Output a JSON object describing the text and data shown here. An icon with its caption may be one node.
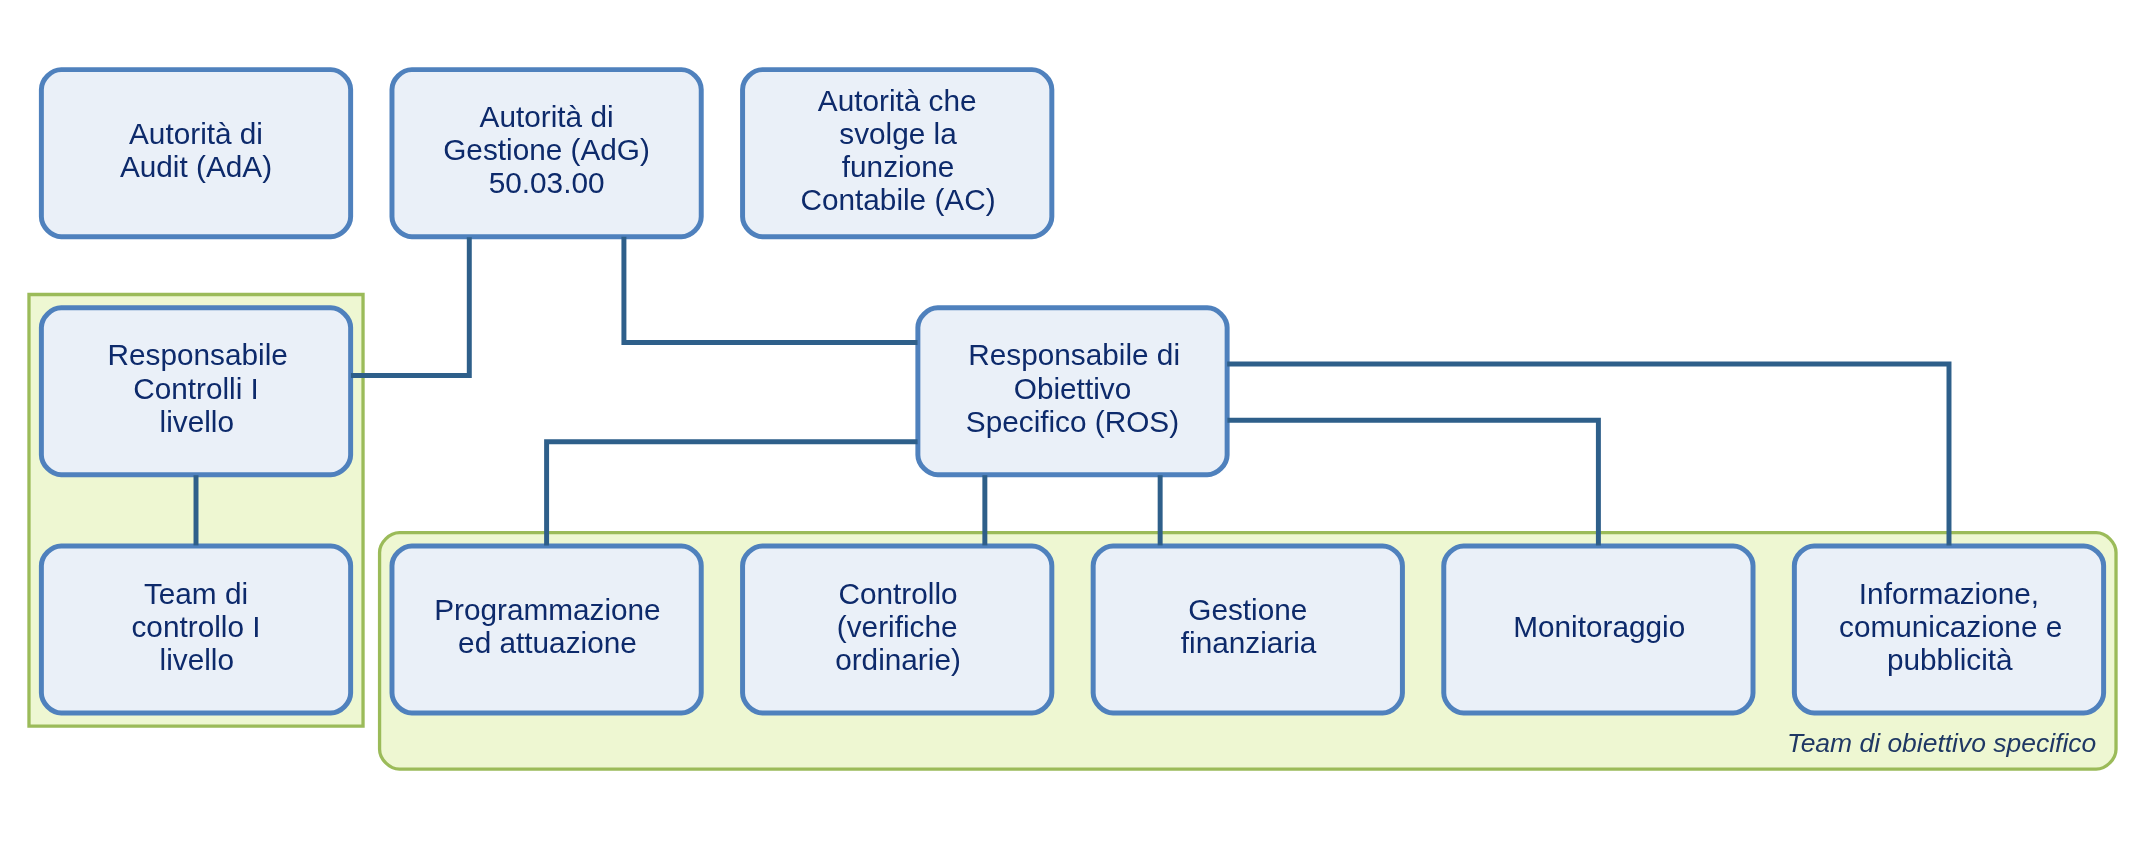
{
  "diagram": {
    "nodes": [
      {
        "text": [
          "Autorità di Audit (AdA)"
        ]
      },
      {
        "text": [
          "Autorità di Gestione (AdG)",
          "50.03.00"
        ]
      },
      {
        "text": [
          "Autorità che svolge la funzione Contabile (AC)"
        ]
      },
      {
        "text": [
          "Responsabile di Obiettivo Specifico (ROS)"
        ]
      },
      {
        "text": [
          "Team di obiettivo specifico"
        ]
      },
      {
        "text": [
          "Programmazione ed attuazione"
        ],
        "in": 4
      },
      {
        "text": [
          "Controllo (verifiche ordinarie)"
        ],
        "in": 4
      },
      {
        "text": [
          "Gestione finanziaria"
        ],
        "in": 4
      },
      {
        "text": [
          "Monitoraggio"
        ],
        "in": 4
      },
      {
        "text": [
          "Informazione, comunicazione e pubblicità"
        ],
        "in": 4
      },
      {
        "text": [],
        "shape": "box"
      },
      {
        "text": [
          "Responsabile Controlli I livello"
        ],
        "in": 10
      },
      {
        "text": [
          "Team di controllo I livello"
        ],
        "in": 10
      }
    ],
    "edges": [
      {
        "from": 1,
        "to": 3,
        "arrow": "none"
      },
      {
        "from": 1,
        "to": 11,
        "arrow": "none"
      },
      {
        "from": 3,
        "to": 5,
        "arrow": "none"
      },
      {
        "from": 3,
        "to": 6,
        "arrow": "none"
      },
      {
        "from": 3,
        "to": 7,
        "arrow": "none"
      },
      {
        "from": 3,
        "to": 8,
        "arrow": "none"
      },
      {
        "from": 3,
        "to": 9,
        "arrow": "none"
      },
      {
        "from": 11,
        "to": 12,
        "arrow": "none"
      }
    ]
  }
}
